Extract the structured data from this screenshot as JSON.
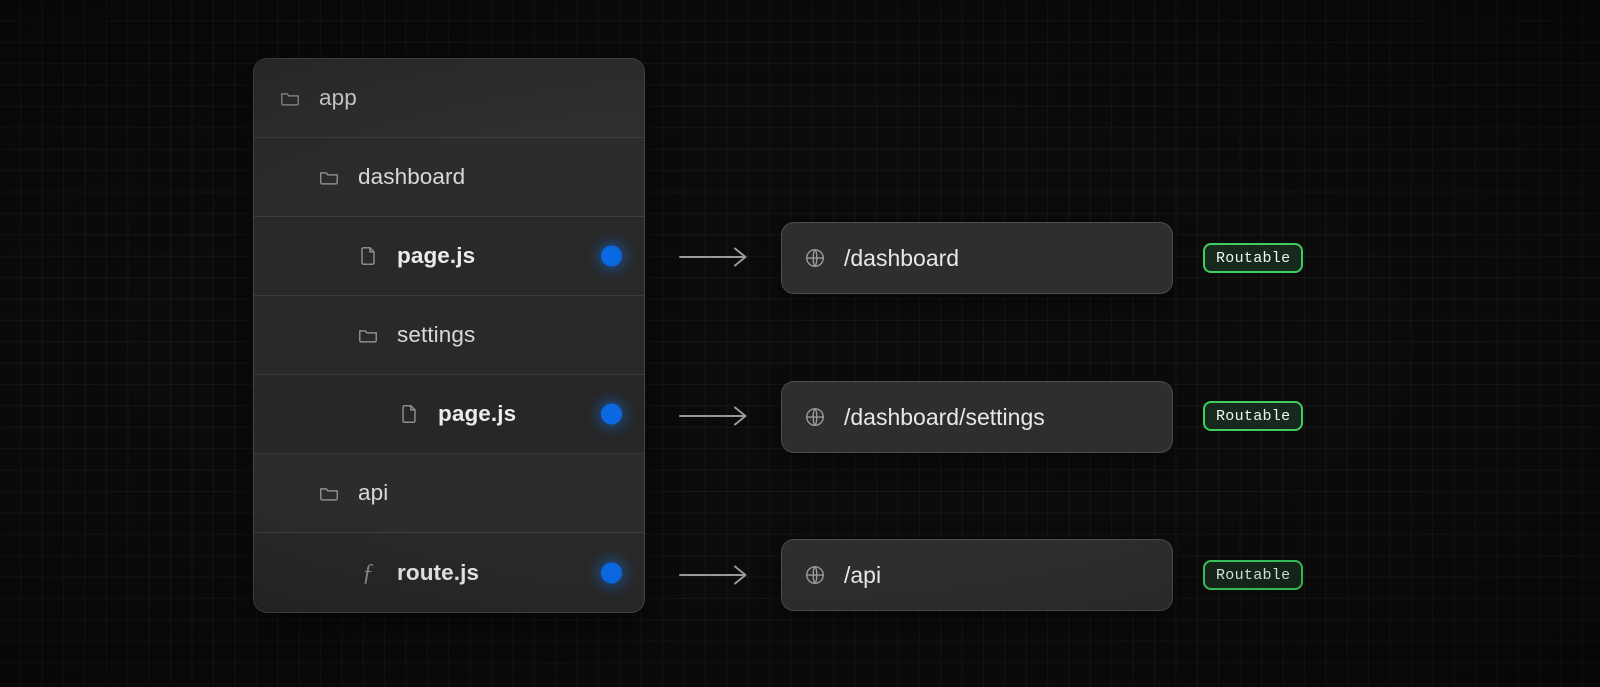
{
  "theme": {
    "background": "#0b0b0b",
    "grid_line": "rgba(255,255,255,0.045)",
    "panel_bg": "#2b2b2b",
    "card_bg": "#2e2e2e",
    "accent_dot": "#0a68e0",
    "badge_border": "#3ecf62",
    "badge_bg": "#17291b",
    "text_primary": "#e8e8e8",
    "text_muted": "#8d8d8d"
  },
  "file_tree": {
    "rows": [
      {
        "label": "app",
        "icon": "folder-icon",
        "depth": 0,
        "kind": "folder",
        "has_dot": false
      },
      {
        "label": "dashboard",
        "icon": "folder-icon",
        "depth": 1,
        "kind": "folder",
        "has_dot": false
      },
      {
        "label": "page.js",
        "icon": "file-icon",
        "depth": 2,
        "kind": "file",
        "has_dot": true
      },
      {
        "label": "settings",
        "icon": "folder-icon",
        "depth": 2,
        "kind": "folder",
        "has_dot": false
      },
      {
        "label": "page.js",
        "icon": "file-icon",
        "depth": 3,
        "kind": "file",
        "has_dot": true
      },
      {
        "label": "api",
        "icon": "folder-icon",
        "depth": 1,
        "kind": "folder",
        "has_dot": false
      },
      {
        "label": "route.js",
        "icon": "function-icon",
        "depth": 2,
        "kind": "file",
        "has_dot": true
      }
    ]
  },
  "routes": [
    {
      "path": "/dashboard",
      "icon": "globe-icon",
      "badge": "Routable",
      "arrow": "arrow-right-icon"
    },
    {
      "path": "/dashboard/settings",
      "icon": "globe-icon",
      "badge": "Routable",
      "arrow": "arrow-right-icon"
    },
    {
      "path": "/api",
      "icon": "globe-icon",
      "badge": "Routable",
      "arrow": "arrow-right-icon"
    }
  ]
}
